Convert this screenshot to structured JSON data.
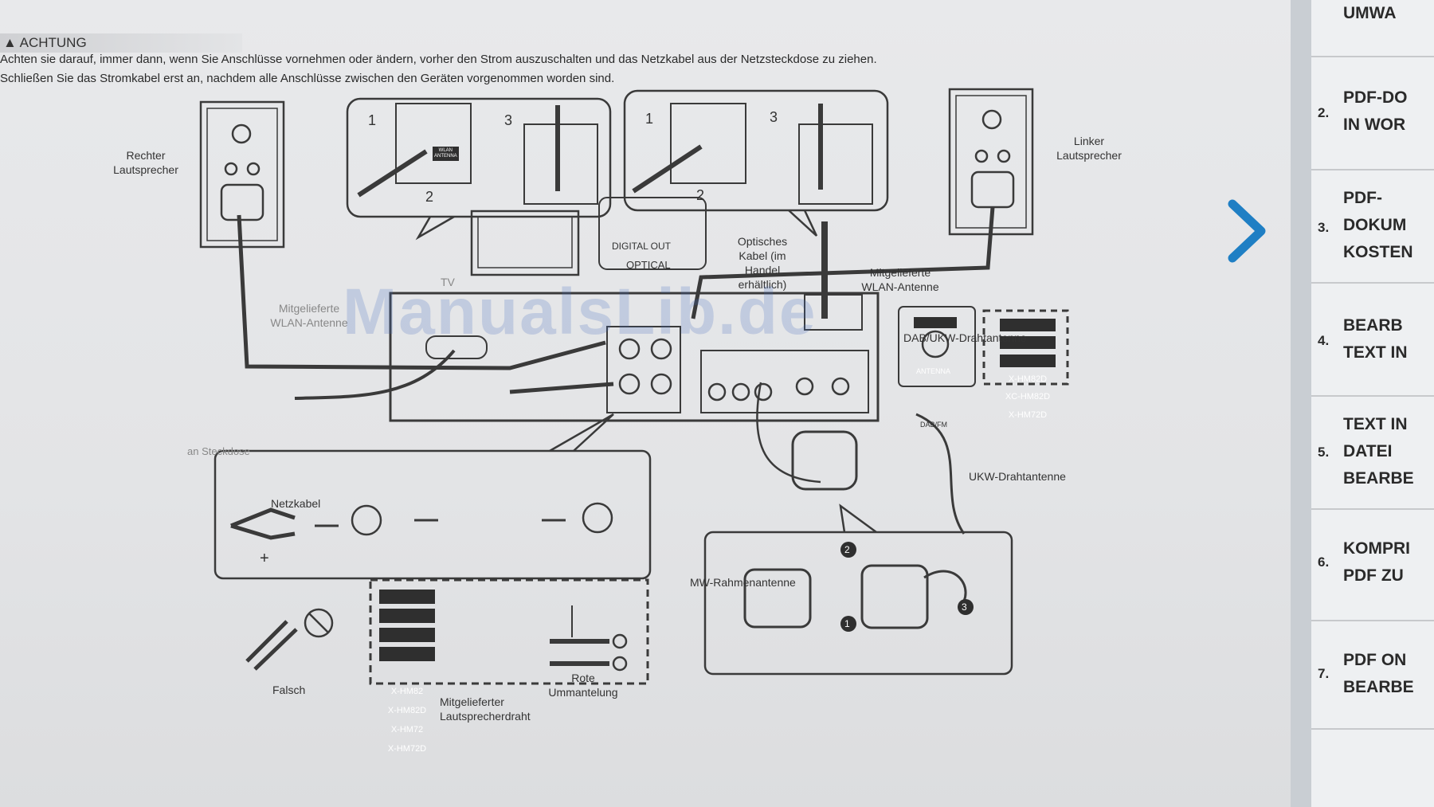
{
  "warning": {
    "title": "ACHTUNG",
    "line1": "Achten sie darauf, immer dann, wenn Sie Anschlüsse vornehmen oder ändern, vorher den Strom auszuschalten und das Netzkabel aus der Netzsteckdose zu ziehen.",
    "line2": "Schließen Sie das Stromkabel erst an, nachdem alle Anschlüsse zwischen den Geräten vorgenommen worden sind."
  },
  "diagram": {
    "right_speaker": "Rechter\nLautsprecher",
    "left_speaker": "Linker\nLautsprecher",
    "step1": "1",
    "step2": "2",
    "step3": "3",
    "step1b": "1",
    "step2b": "2",
    "step3b": "3",
    "wlan_antenna_tag": "WLAN\nANTENNA",
    "tv": "TV",
    "digital_out": "DIGITAL OUT",
    "optical": "OPTICAL",
    "optical_cable": "Optisches\nKabel (im\nHandel\nerhältlich)",
    "wlan_supplied_left": "Mitgelieferte\nWLAN-Antenne",
    "wlan_supplied_right": "Mitgelieferte\nWLAN-Antenne",
    "dab_antenna": "DAB/UKW-Drahtantenne",
    "antenna_label": "ANTENNA",
    "dab_fm": "DAB/FM",
    "models": [
      "X-HM82D",
      "XC-HM82D",
      "X-HM72D"
    ],
    "ukw_antenna": "UKW-Drahtantenne",
    "socket": "an Steckdose",
    "power_cable": "Netzkabel",
    "mw_antenna": "MW-Rahmenantenne",
    "plus": "+",
    "wrong": "Falsch",
    "speaker_wire_models": [
      "X-HM82",
      "X-HM82D",
      "X-HM72",
      "X-HM72D"
    ],
    "speaker_wire": "Mitgelieferter\nLautsprecherdraht",
    "red_sheath": "Rote\nUmmantelung",
    "c1": "1",
    "c2": "2",
    "c3": "3"
  },
  "watermark": "ManualsLib.de",
  "icons": {
    "next": "chevron-right-icon"
  },
  "colors": {
    "accent": "#1f7fc4"
  },
  "sidebar": {
    "items": [
      {
        "num": "",
        "text": "UMWA"
      },
      {
        "num": "2.",
        "text": "PDF-DO\nIN WOR"
      },
      {
        "num": "3.",
        "text": "PDF-\nDOKUM\nKOSTEN"
      },
      {
        "num": "4.",
        "text": "BEARB\nTEXT IN"
      },
      {
        "num": "5.",
        "text": "TEXT IN\nDATEI\nBEARBE"
      },
      {
        "num": "6.",
        "text": "KOMPRI\nPDF ZU"
      },
      {
        "num": "7.",
        "text": "PDF ON\nBEARBE"
      }
    ]
  }
}
